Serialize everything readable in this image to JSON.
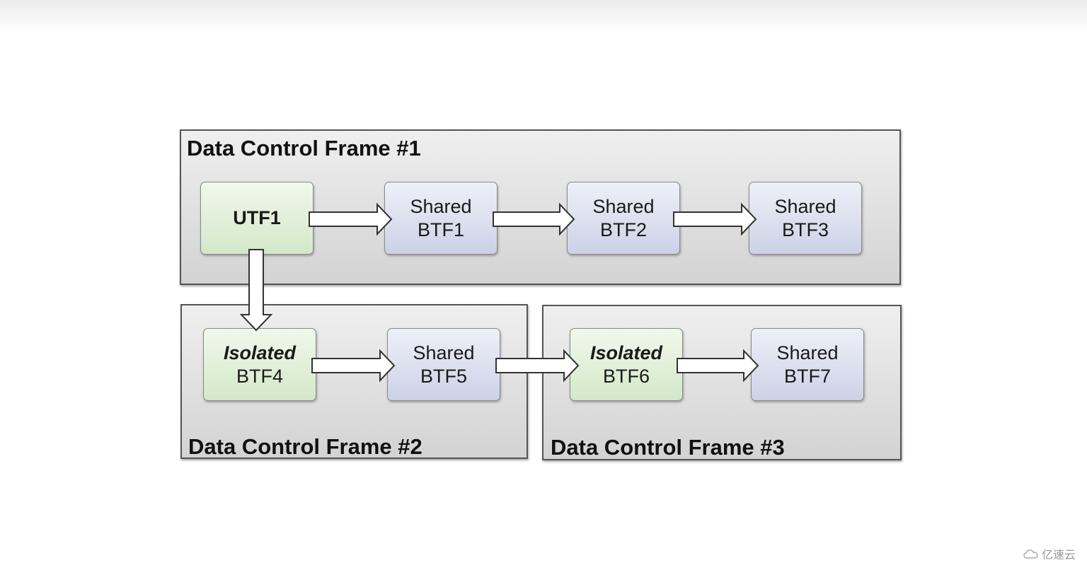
{
  "frames": {
    "frame1": {
      "title": "Data Control Frame #1"
    },
    "frame2": {
      "title": "Data Control Frame #2"
    },
    "frame3": {
      "title": "Data Control Frame #3"
    }
  },
  "nodes": {
    "utf1": {
      "line1": "UTF1"
    },
    "btf1": {
      "line1": "Shared",
      "line2": "BTF1"
    },
    "btf2": {
      "line1": "Shared",
      "line2": "BTF2"
    },
    "btf3": {
      "line1": "Shared",
      "line2": "BTF3"
    },
    "btf4": {
      "line1": "Isolated",
      "line2": "BTF4"
    },
    "btf5": {
      "line1": "Shared",
      "line2": "BTF5"
    },
    "btf6": {
      "line1": "Isolated",
      "line2": "BTF6"
    },
    "btf7": {
      "line1": "Shared",
      "line2": "BTF7"
    }
  },
  "watermark": {
    "text": "亿速云",
    "icon": "cloud-icon"
  }
}
